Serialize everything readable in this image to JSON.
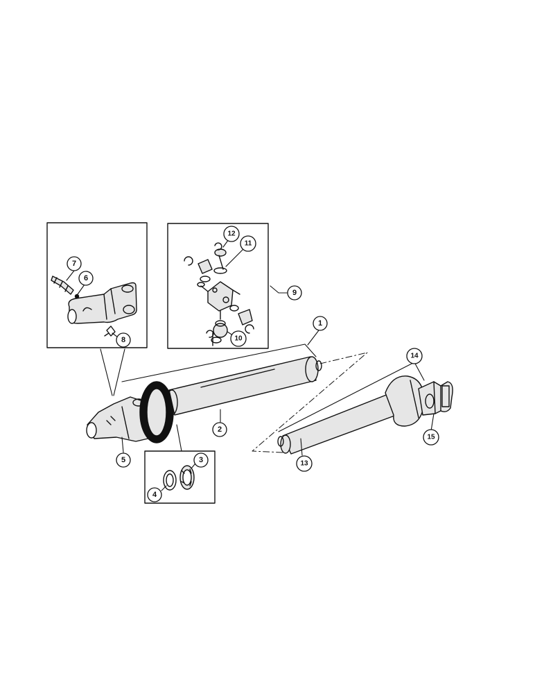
{
  "diagram": {
    "callouts": [
      "1",
      "2",
      "3",
      "4",
      "5",
      "6",
      "7",
      "8",
      "9",
      "10",
      "11",
      "12",
      "13",
      "14",
      "15"
    ],
    "colors": {
      "ink": "#111111",
      "shade": "#e6e6e6",
      "paper": "#ffffff"
    }
  }
}
